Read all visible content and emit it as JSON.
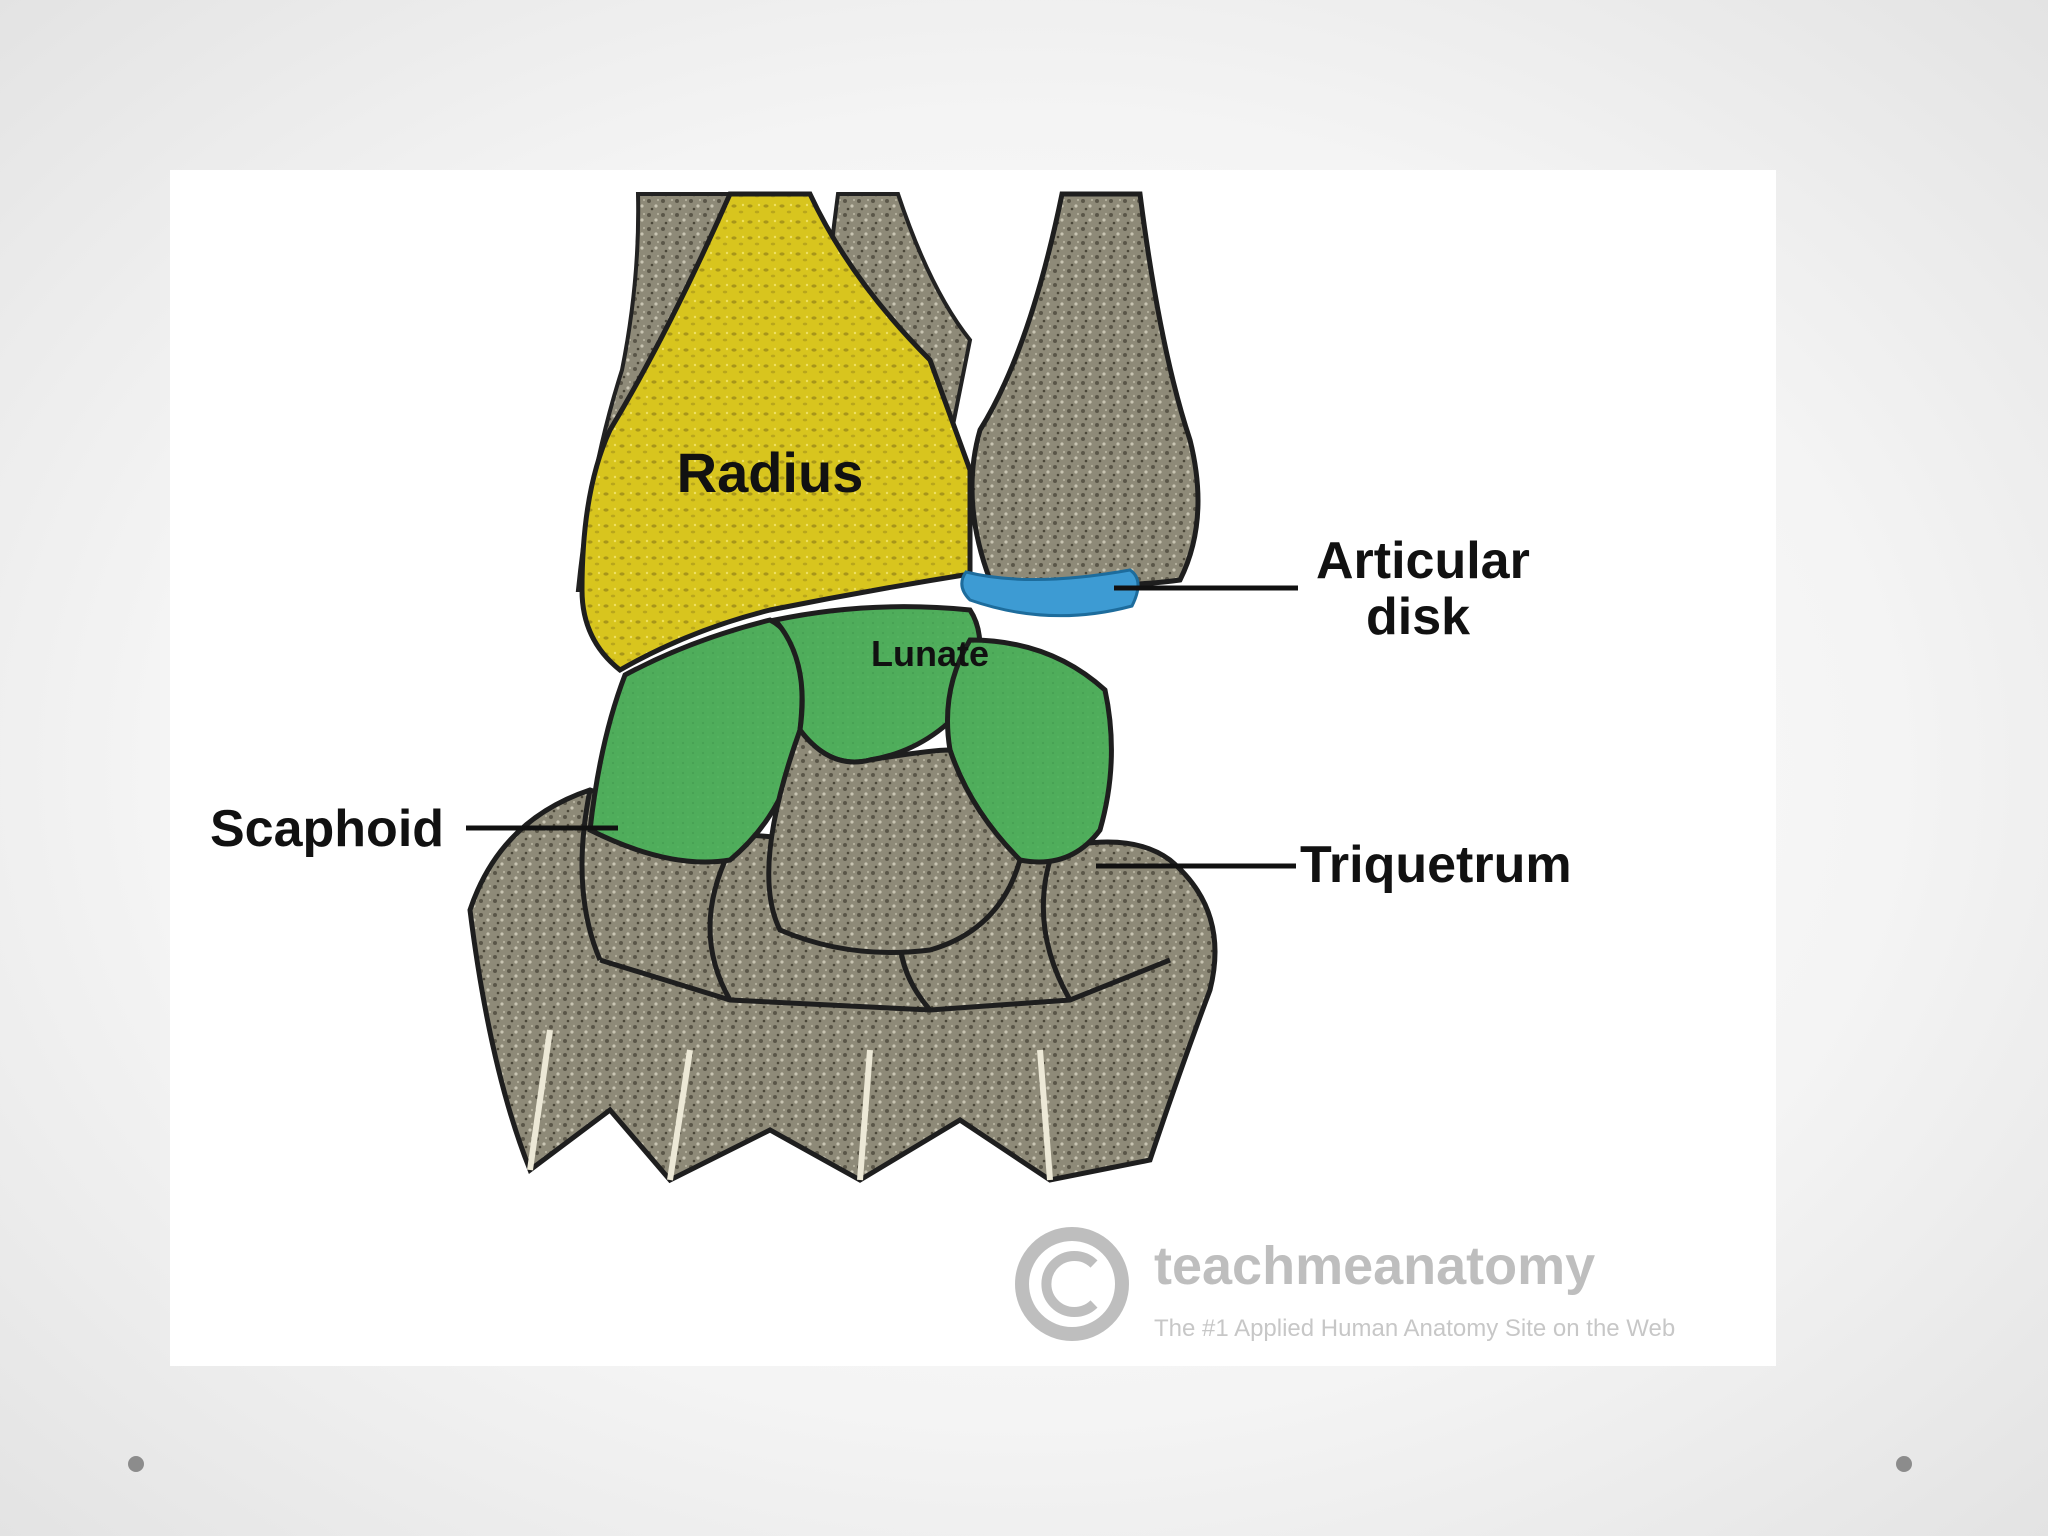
{
  "labels": {
    "radius": "Radius",
    "articular_disk_line1": "Articular",
    "articular_disk_line2": "disk",
    "lunate": "Lunate",
    "scaphoid": "Scaphoid",
    "triquetrum": "Triquetrum"
  },
  "watermark": {
    "brand": "teachmeanatomy",
    "tagline": "The #1 Applied Human Anatomy Site on the Web"
  },
  "colors": {
    "radius": "#d8c51e",
    "carpal_highlight": "#4fad5b",
    "articular_disk": "#3d9bd3",
    "bone": "#8e8a78"
  }
}
